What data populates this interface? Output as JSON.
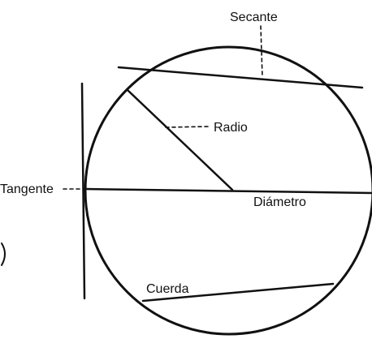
{
  "diagram": {
    "labels": {
      "secante": "Secante",
      "radio": "Radio",
      "tangente": "Tangente",
      "diametro": "Diámetro",
      "cuerda": "Cuerda"
    },
    "colors": {
      "line": "#111111",
      "background": "#ffffff"
    }
  }
}
